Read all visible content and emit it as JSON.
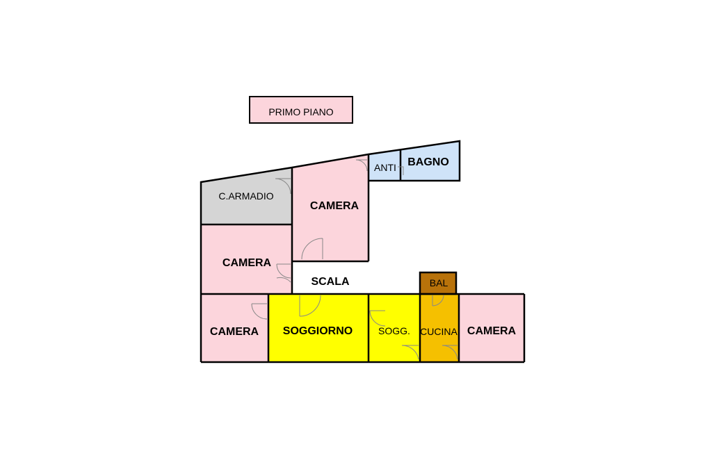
{
  "plan": {
    "title": "PRIMO PIANO",
    "rooms": {
      "c_armadio": "C.ARMADIO",
      "camera_top": "CAMERA",
      "anti": "ANTI",
      "bagno": "BAGNO",
      "camera_left_mid": "CAMERA",
      "scala": "SCALA",
      "bal": "BAL",
      "camera_left_bottom": "CAMERA",
      "soggiorno": "SOGGIORNO",
      "sogg": "SOGG.",
      "cucina": "CUCINA",
      "camera_right": "CAMERA"
    },
    "colors": {
      "camera": "#fcd5dc",
      "c_armadio": "#d5d5d5",
      "bagno": "#cfe3f8",
      "soggiorno": "#ffff00",
      "cucina": "#f5c000",
      "bal": "#b8720a",
      "scala": "#ffffff"
    }
  }
}
